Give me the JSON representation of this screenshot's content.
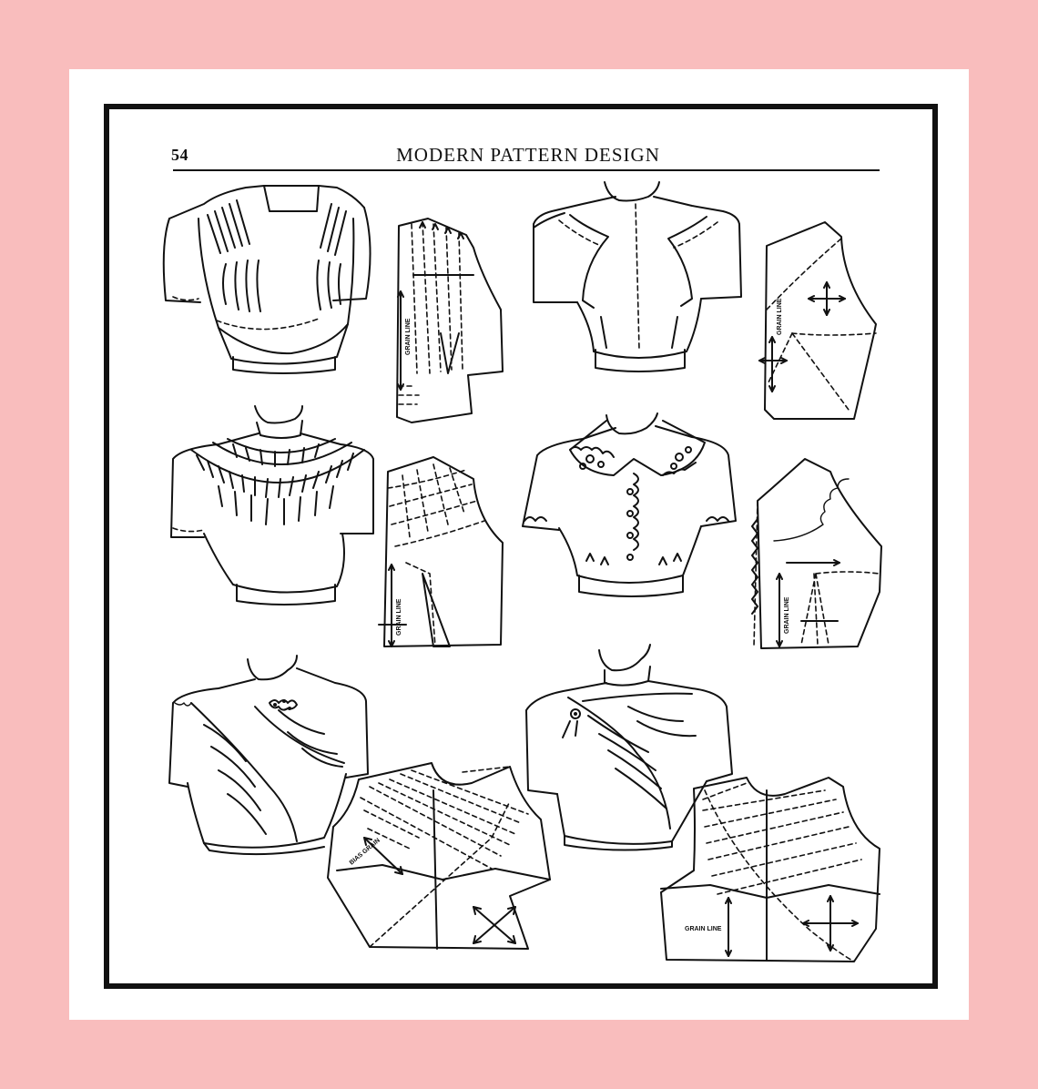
{
  "page": {
    "number": "54",
    "title": "MODERN PATTERN DESIGN"
  },
  "labels": {
    "grain_line": "GRAIN LINE",
    "bias_grain": "BIAS GRAIN"
  },
  "colors": {
    "background": "#f9bdbd",
    "mat": "#ffffff",
    "ink": "#111111"
  }
}
